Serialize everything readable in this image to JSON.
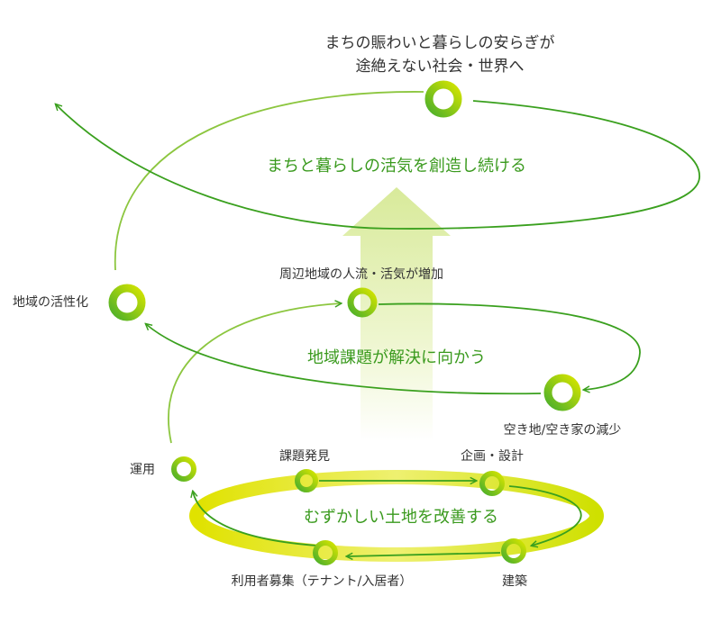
{
  "goal": {
    "line1": "まちの賑わいと暮らしの安らぎが",
    "line2": "途絶えない社会・世界へ"
  },
  "top_loop": {
    "caption": "まちと暮らしの活気を創造し続ける"
  },
  "middle_loop": {
    "caption": "地域課題が解決に向かう",
    "increase_label": "周辺地域の人流・活気が増加",
    "decrease_label": "空き地/空き家の減少",
    "revitalize_label": "地域の活性化"
  },
  "bottom_loop": {
    "caption": "むずかしい土地を改善する",
    "discovery_label": "課題発見",
    "planning_label": "企画・設計",
    "construction_label": "建築",
    "recruit_label": "利用者募集（テナント/入居者）",
    "operation_label": "運用"
  },
  "colors": {
    "green": "#3aa01e",
    "light_green": "#8cc63f",
    "yellow": "#e4e200",
    "label_green": "#3a9a1e"
  }
}
